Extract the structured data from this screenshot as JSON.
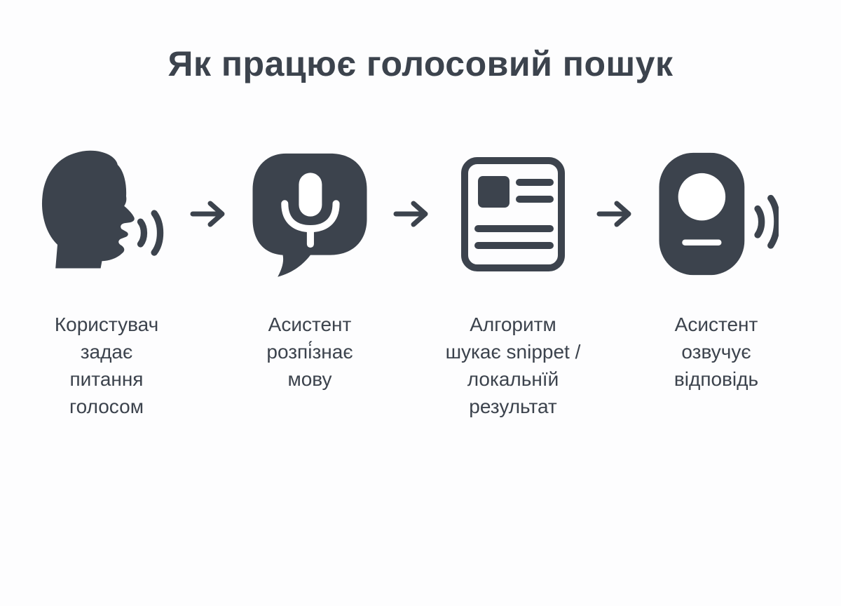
{
  "title": "Як працює голосовий пошук",
  "theme": {
    "ink": "#3c434d",
    "background": "#fdfdfe",
    "icon_inner": "#ffffff"
  },
  "steps": [
    {
      "icon": "speaking-head-icon",
      "label": "Користувач\nзадає\nпитання\nголосом"
    },
    {
      "icon": "speech-bubble-microphone-icon",
      "label": "Асистент\nрозпі́знає\nмову"
    },
    {
      "icon": "search-result-document-icon",
      "label": "Алгоритм\nшукає snippet /\nлокальнїй\nрезультат"
    },
    {
      "icon": "smart-speaker-sound-icon",
      "label": "Асистент\nозвучує\nвідповідь"
    }
  ],
  "arrow": "right-arrow"
}
